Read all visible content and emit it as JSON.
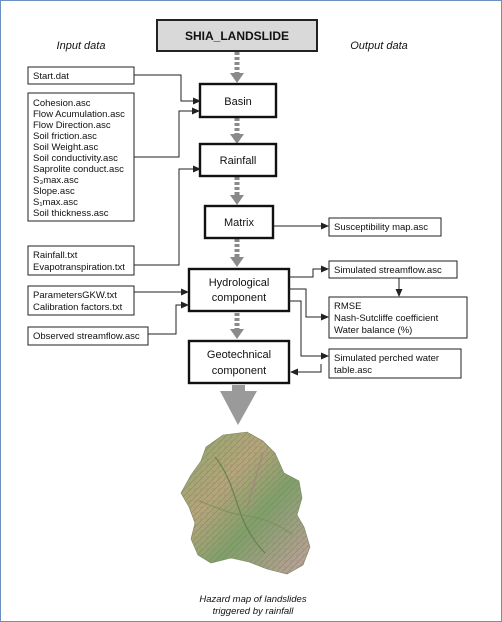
{
  "title": "SHIA_LANDSLIDE",
  "headers": {
    "input": "Input data",
    "output": "Output data"
  },
  "inputs": {
    "start": [
      "Start.dat"
    ],
    "rasters": [
      "Cohesion.asc",
      "Flow Acumulation.asc",
      "Flow Direction.asc",
      "Soil friction.asc",
      "Soil Weight.asc",
      "Soil conductivity.asc",
      "Saprolite conduct.asc",
      "S₃max.asc",
      "Slope.asc",
      "S₁max.asc",
      "Soil thickness.asc"
    ],
    "climate": [
      "Rainfall.txt",
      "Evapotranspiration.txt"
    ],
    "params": [
      "ParametersGKW.txt",
      "Calibration factors.txt"
    ],
    "observed": [
      "Observed streamflow.asc"
    ]
  },
  "modules": {
    "basin": [
      "Basin"
    ],
    "rainfall": [
      "Rainfall"
    ],
    "matrix": [
      "Matrix"
    ],
    "hydrological": [
      "Hydrological",
      "component"
    ],
    "geotechnical": [
      "Geotechnical",
      "component"
    ]
  },
  "outputs": {
    "susceptibility": [
      "Susceptibility map.asc"
    ],
    "streamflow": [
      "Simulated streamflow.asc"
    ],
    "metrics": [
      "RMSE",
      "Nash-Sutcliffe coefficient",
      "Water balance (%)"
    ],
    "perched": [
      "Simulated perched water",
      "table.asc"
    ]
  },
  "caption": [
    "Hazard map of landslides",
    "triggered by rainfall"
  ]
}
